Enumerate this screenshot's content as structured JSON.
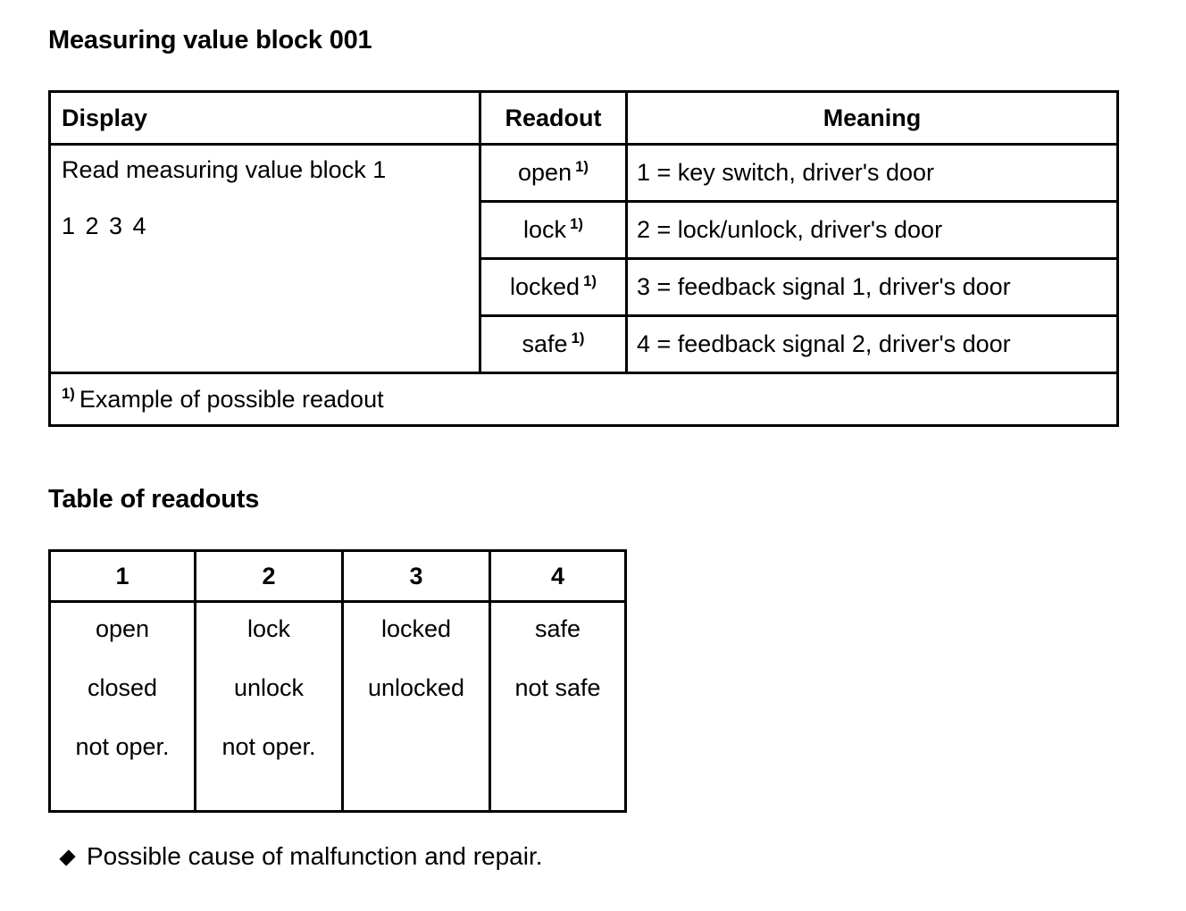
{
  "document": {
    "title": "Measuring value block 001",
    "readouts_title": "Table of readouts"
  },
  "measuring_value_block_table": {
    "headers": {
      "display": "Display",
      "readout": "Readout",
      "meaning": "Meaning"
    },
    "display_cell": {
      "line1": "Read measuring value block 1",
      "line2": "1 2 3 4"
    },
    "footnote_marker": "1)",
    "rows": [
      {
        "readout": "open",
        "footnote": "1)",
        "meaning": "1 = key switch, driver's door"
      },
      {
        "readout": "lock",
        "footnote": "1)",
        "meaning": "2 = lock/unlock, driver's door"
      },
      {
        "readout": "locked",
        "footnote": "1)",
        "meaning": "3 = feedback signal 1, driver's door"
      },
      {
        "readout": "safe",
        "footnote": "1)",
        "meaning": "4 = feedback signal 2, driver's door"
      }
    ],
    "footnote_text": "Example of possible readout"
  },
  "table_of_readouts": {
    "headers": [
      "1",
      "2",
      "3",
      "4"
    ],
    "columns": [
      {
        "header": "1",
        "options": [
          "open",
          "closed",
          "not oper."
        ]
      },
      {
        "header": "2",
        "options": [
          "lock",
          "unlock",
          "not oper."
        ]
      },
      {
        "header": "3",
        "options": [
          "locked",
          "unlocked"
        ]
      },
      {
        "header": "4",
        "options": [
          "safe",
          "not safe"
        ]
      }
    ]
  },
  "footer": {
    "bullet_icon": "diamond-bullet-icon",
    "text": "Possible cause of malfunction and repair."
  },
  "colors": {
    "text": "#000000",
    "background": "#ffffff",
    "border": "#000000"
  }
}
